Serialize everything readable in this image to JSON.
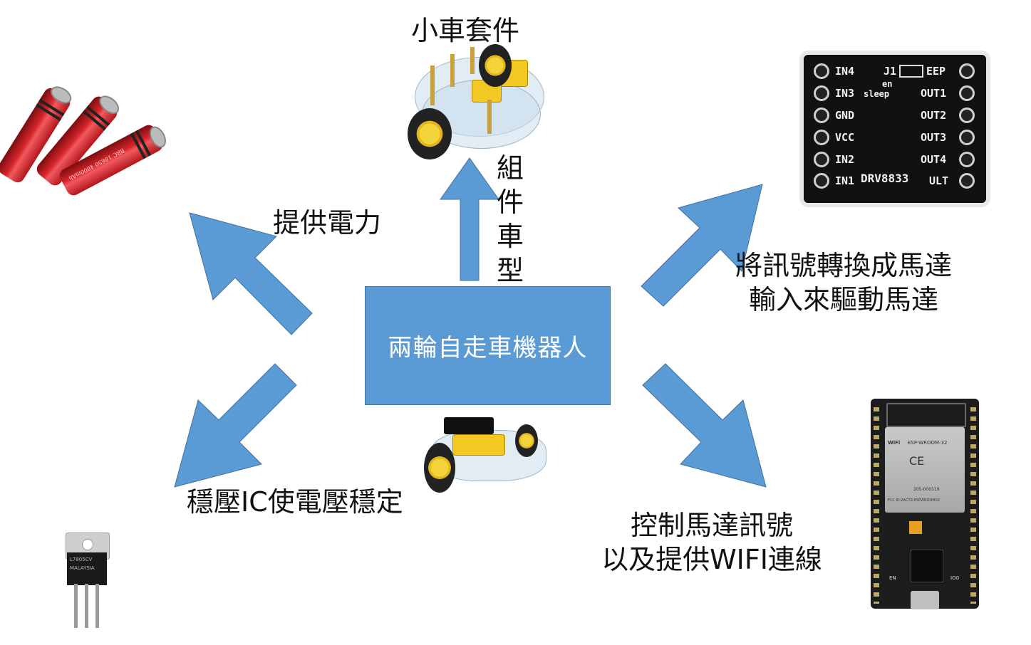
{
  "center_box": {
    "text": "兩輪自走車機器人"
  },
  "labels": {
    "top_title": "小車套件",
    "vertical": [
      "組",
      "件",
      "車",
      "型"
    ],
    "power": "提供電力",
    "regulator": "穩壓IC使電壓穩定",
    "driver_line1": "將訊號轉換成馬達",
    "driver_line2": "輸入來驅動馬達",
    "esp_line1": "控制馬達訊號",
    "esp_line2": "以及提供WIFI連線"
  },
  "drv_board": {
    "left_pins": [
      "IN4",
      "IN3",
      "GND",
      "VCC",
      "IN2",
      "IN1"
    ],
    "right_pins": [
      "EEP",
      "OUT1",
      "OUT2",
      "OUT3",
      "OUT4",
      "ULT"
    ],
    "j1": "J1",
    "en": "en",
    "sleep": "sleep",
    "name": "DRV8833"
  },
  "esp_board": {
    "module": "ESP-WROOM-32",
    "ce": "CE",
    "code": "205-000519",
    "fcc": "FCC ID:2AC7Z-ESPWROOM32",
    "wifi": "WiFi",
    "en": "EN",
    "io0": "IO0"
  },
  "battery": {
    "text": "BRC 18650 4800mAh"
  },
  "regulator_chip": {
    "line1": "L7805CV",
    "line2": "MALAYSIA"
  },
  "colors": {
    "arrow_fill": "#5b9bd5",
    "arrow_stroke": "#41719c",
    "box_fill": "#5b9bd5"
  }
}
